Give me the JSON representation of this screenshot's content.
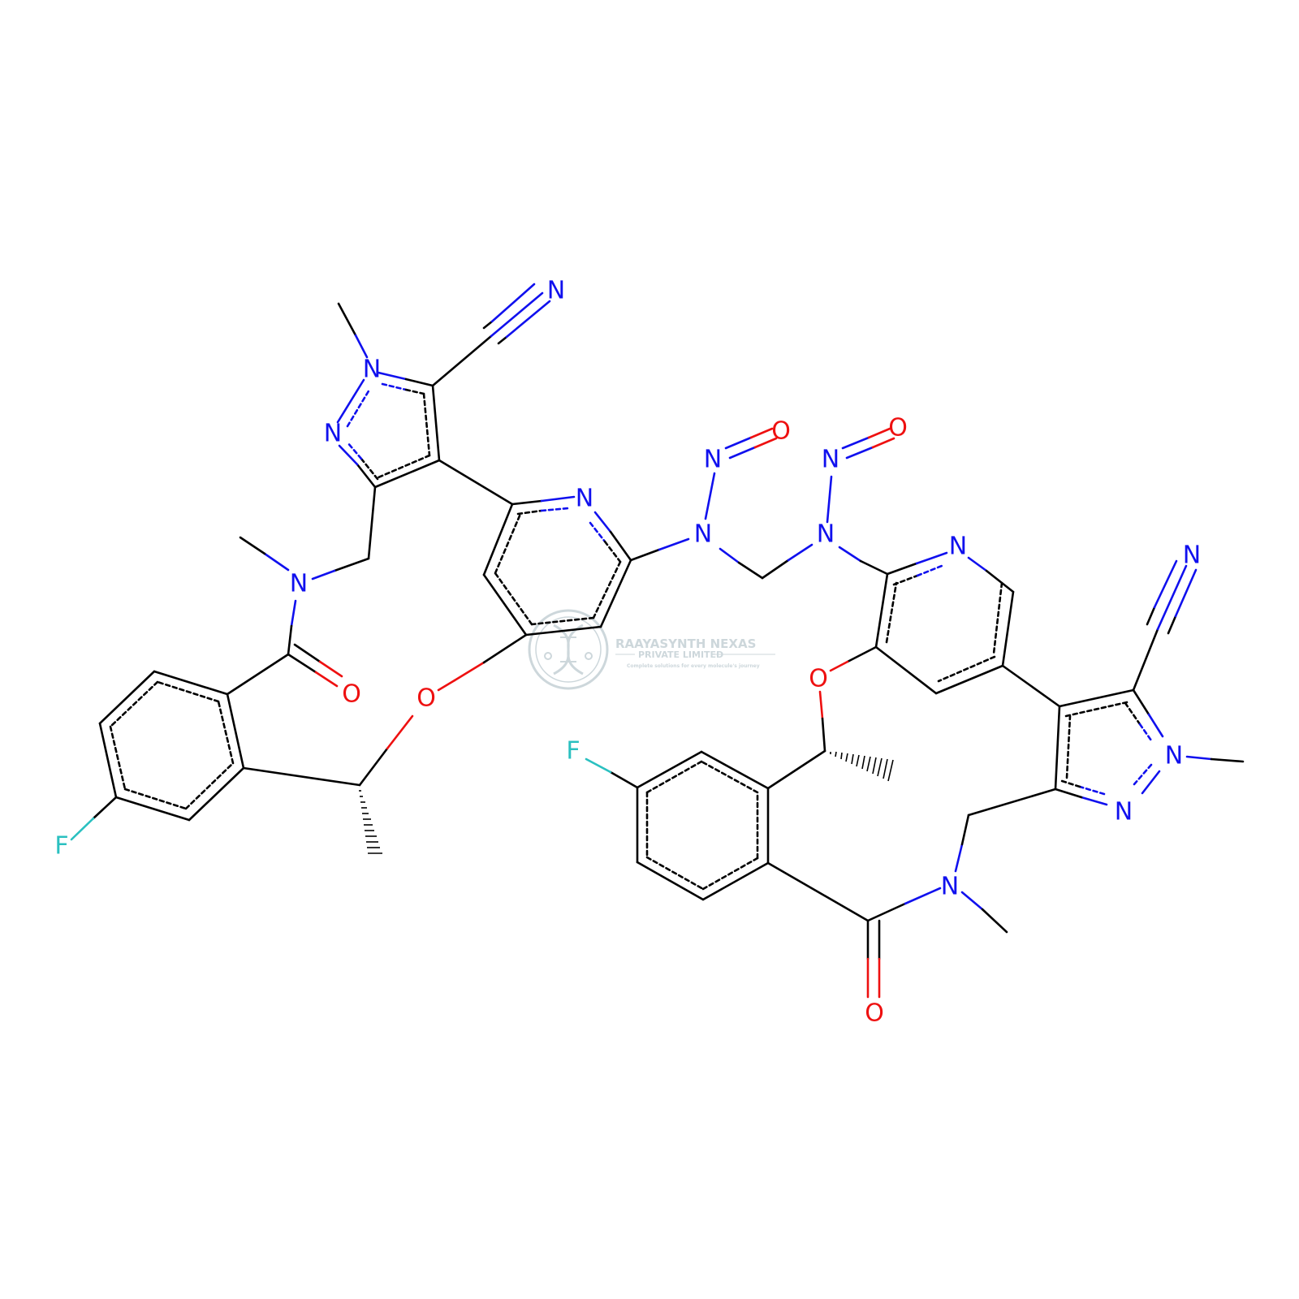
{
  "colors": {
    "carbon": "#000000",
    "nitrogen": "#1010ee",
    "oxygen": "#ee1010",
    "fluorine": "#2ac0c0",
    "watermark": "#c8d3d8"
  },
  "watermark": {
    "title": "RAAYASYNTH NEXAS",
    "subtitle": "PRIVATE LIMITED",
    "tagline": "Complete solutions for every molecule's journey",
    "logo_icon": "dna-helix-icon"
  },
  "atom_symbols": {
    "nitrogen": "N",
    "oxygen": "O",
    "fluorine": "F"
  }
}
